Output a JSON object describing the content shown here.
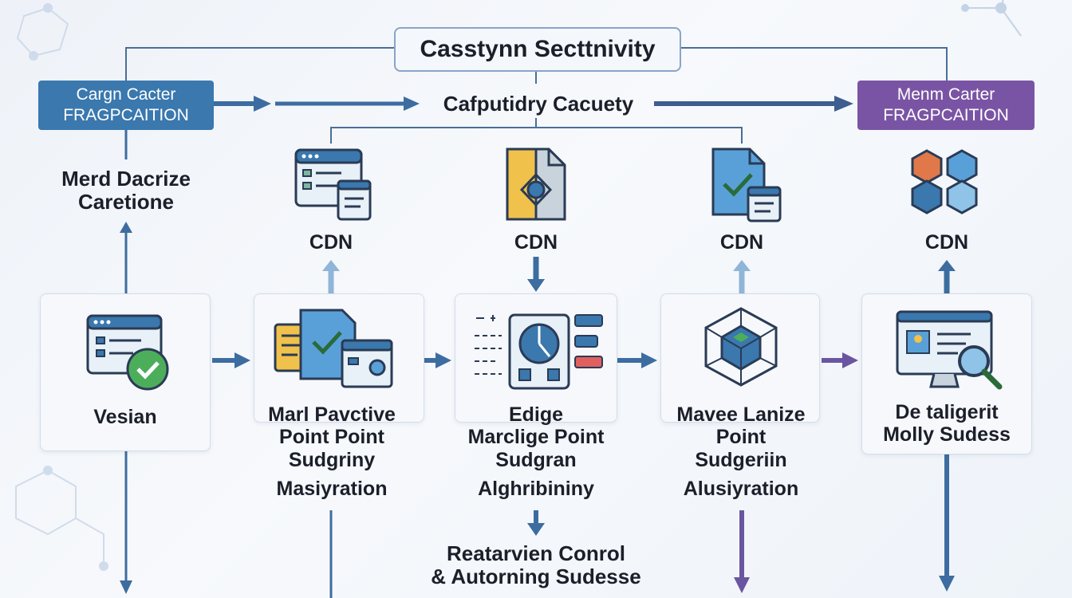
{
  "title": "Casstynn Secttnivity",
  "left_header": {
    "line1": "Cargn Cacter",
    "line2": "FRAGPCAITION"
  },
  "right_header": {
    "line1": "Menm Carter",
    "line2": "FRAGPCAITION"
  },
  "center_label": "Cafputidry Cacuety",
  "left_side_label": {
    "line1": "Merd Dacrize",
    "line2": "Caretione"
  },
  "cdn_labels": [
    "CDN",
    "CDN",
    "CDN",
    "CDN"
  ],
  "nodes": [
    {
      "title": "Vesian",
      "lines": [],
      "footer": ""
    },
    {
      "title": "",
      "lines": [
        "Marl Pavctive",
        "Point Point",
        "Sudgriny"
      ],
      "footer": "Masiyration"
    },
    {
      "title": "",
      "lines": [
        "Edige",
        "Marclige Point",
        "Sudgran"
      ],
      "footer": "Alghribininy"
    },
    {
      "title": "",
      "lines": [
        "Mavee Lanize",
        "Point",
        "Sudgeriin"
      ],
      "footer": "Alusiyration"
    },
    {
      "title": "",
      "lines": [
        "De taligerit",
        "Molly Sudess"
      ],
      "footer": ""
    }
  ],
  "bottom_label": {
    "line1": "Reatarvien Conrol",
    "line2": "& Autorning Sudesse"
  },
  "colors": {
    "blue": "#3a78ae",
    "purple": "#7a54a4",
    "navy": "#2f5c8e",
    "light_blue": "#8fb5d8"
  },
  "icons": [
    "browser-check-icon",
    "documents-icon",
    "dashboard-icon",
    "cube-icon",
    "monitor-search-icon",
    "file-check-icon",
    "hex-blocks-icon"
  ]
}
